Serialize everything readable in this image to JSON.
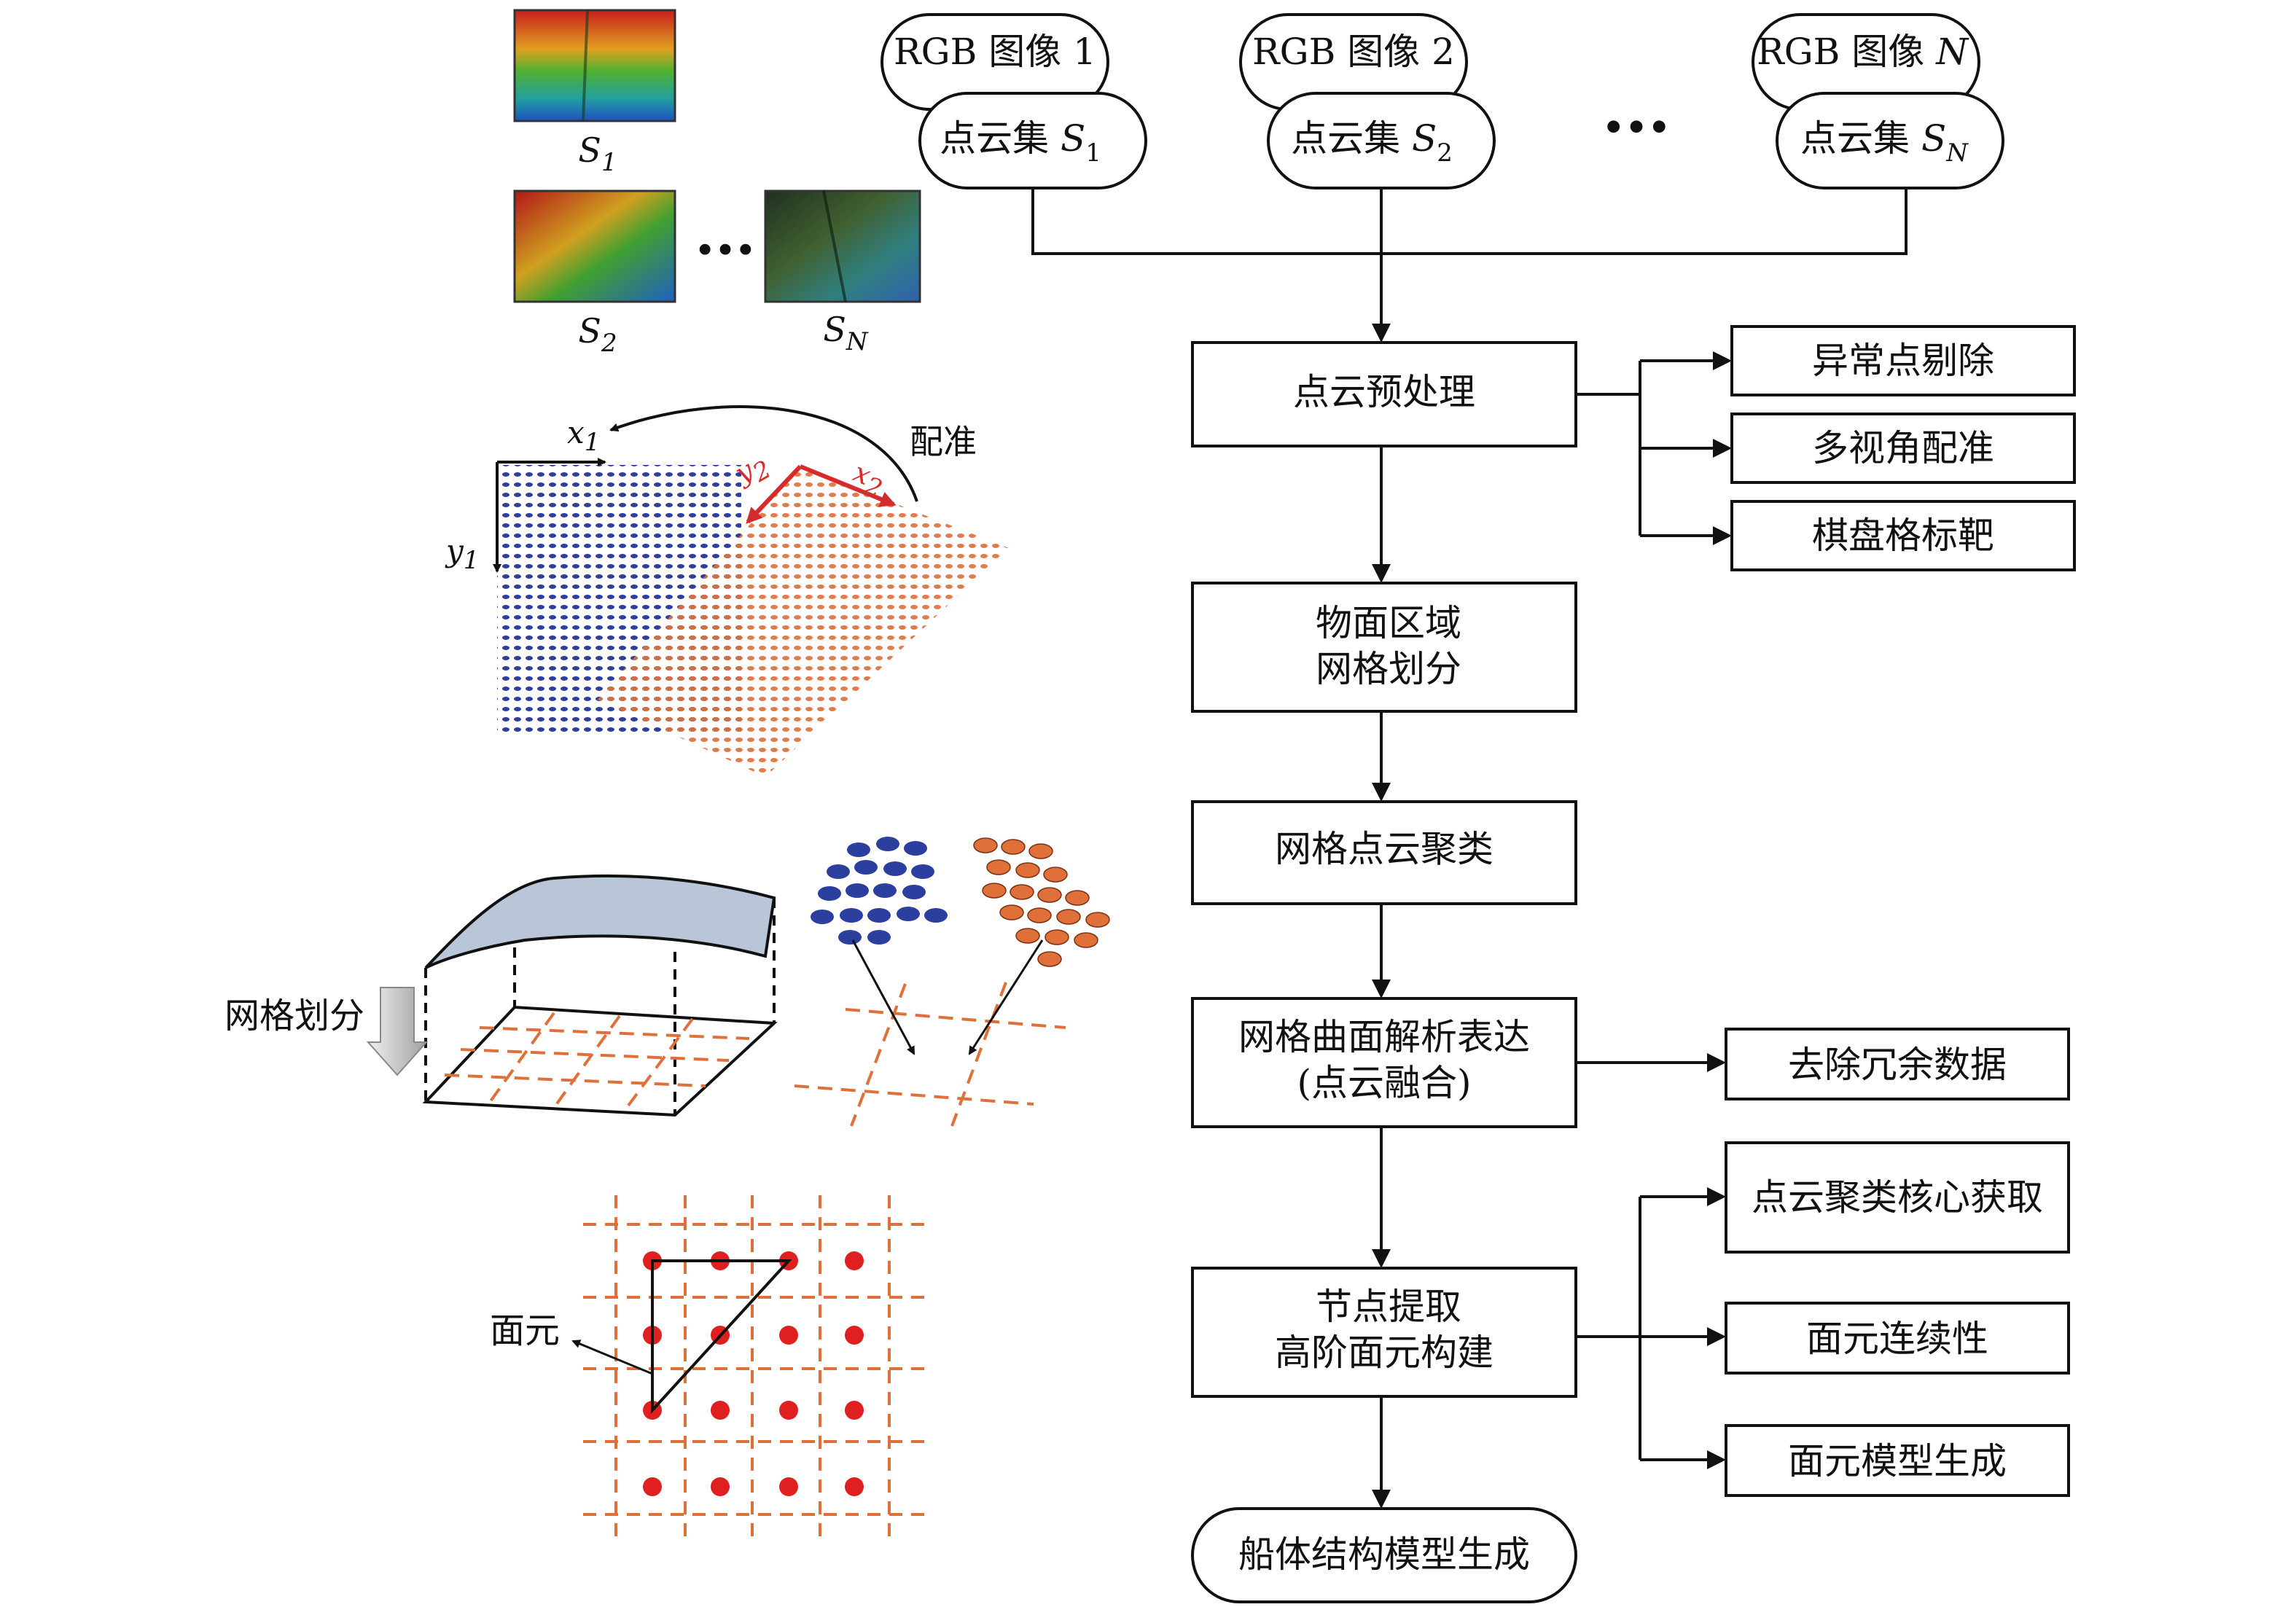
{
  "inputs": {
    "image1": {
      "rgb": "RGB 图像 1",
      "cloud": "点云集 ",
      "sub": "1"
    },
    "image2": {
      "rgb": "RGB 图像 2",
      "cloud": "点云集 ",
      "sub": "2"
    },
    "imageN": {
      "rgb": "RGB 图像 ",
      "rgb_var": "N",
      "cloud": "点云集 ",
      "sub": "N"
    },
    "ellipsis": "···"
  },
  "flow": {
    "step1": "点云预处理",
    "step2_line1": "物面区域",
    "step2_line2": "网格划分",
    "step3": "网格点云聚类",
    "step4_line1": "网格曲面解析表达",
    "step4_line2": "(点云融合)",
    "step5_line1": "节点提取",
    "step5_line2": "高阶面元构建",
    "final": "船体结构模型生成"
  },
  "side": {
    "pre1": "异常点剔除",
    "pre2": "多视角配准",
    "pre3": "棋盘格标靶",
    "fusion1": "去除冗余数据",
    "node1": "点云聚类核心获取",
    "node2": "面元连续性",
    "node3": "面元模型生成"
  },
  "left": {
    "s_var": "S",
    "s1_sub": "1",
    "s2_sub": "2",
    "sn_sub": "N",
    "dots": "···",
    "align_label": "配准",
    "x_var": "x",
    "y_var": "y",
    "x1_sub": "1",
    "y1_sub": "1",
    "x2_sub": "2",
    "y2_sub": "2",
    "mesh_label": "网格划分",
    "element_label": "面元"
  },
  "colors": {
    "blue_points": "#2c3f9e",
    "orange_points": "#e0703a",
    "red_axis": "#d62b2b",
    "surface": "#b8c6d8",
    "node_red": "#e02020"
  }
}
